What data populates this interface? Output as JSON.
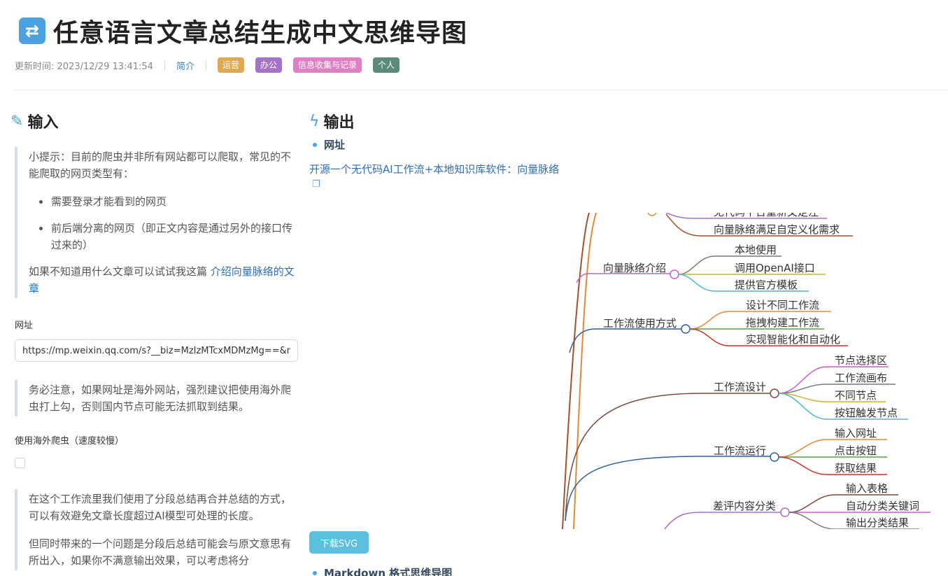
{
  "header": {
    "icon": "shuffle-icon",
    "title": "任意语言文章总结生成中文思维导图"
  },
  "meta": {
    "updated": "更新时间: 2023/12/29 13:41:54",
    "intro_link": "简介",
    "tags": [
      {
        "label": "运营",
        "color": "#e0a84f"
      },
      {
        "label": "办公",
        "color": "#a672c7"
      },
      {
        "label": "信息收集与记录",
        "color": "#e07fc3"
      },
      {
        "label": "个人",
        "color": "#5b8a7b"
      }
    ]
  },
  "input": {
    "heading": "输入",
    "heading_icon": "edit-icon",
    "tip": {
      "intro": "小提示：目前的爬虫并非所有网站都可以爬取，常见的不能爬取的网页类型有：",
      "items": [
        "需要登录才能看到的网页",
        "前后端分离的网页（即正文内容是通过另外的接口传过来的）"
      ],
      "suggest_prefix": "如果不知道用什么文章可以试试我这篇 ",
      "suggest_link": "介绍向量脉络的文章"
    },
    "url_label": "网址",
    "url_value": "https://mp.weixin.qq.com/s?__biz=MzIzMTcxMDMzMg==&mid=",
    "warning": "务必注意，如果网址是海外网站，强烈建议把使用海外爬虫打上勾，否则国内节点可能无法抓取到结果。",
    "overseas_label": "使用海外爬虫（速度较慢）",
    "overseas_checked": false,
    "workflow_note_1": "在这个工作流里我们使用了分段总结再合并总结的方式，可以有效避免文章长度超过AI模型可处理的长度。",
    "workflow_note_2": "但同时带来的一个问题是分段后总结可能会与原文意思有所出入，如果你不满意输出效果，可以考虑将分"
  },
  "output": {
    "heading": "输出",
    "heading_icon": "lightning-icon",
    "url_title": "网址",
    "article_link": "开源一个无代码AI工作流+本地知识库软件：向量脉络",
    "copy_icon": "copy-icon",
    "download_label": "下载SVG",
    "markdown_title": "Markdown 格式思维导图"
  },
  "mindmap": {
    "top_partial": [
      "无代码平台重新文定注",
      "向量脉络满足自定义化需求"
    ],
    "nodes": [
      {
        "label": "向量脉络介绍",
        "children": [
          "本地使用",
          "调用OpenAI接口",
          "提供官方模板"
        ]
      },
      {
        "label": "工作流使用方式",
        "children": [
          "设计不同工作流",
          "拖拽构建工作流",
          "实现智能化和自动化"
        ]
      },
      {
        "label": "工作流设计",
        "children": [
          "节点选择区",
          "工作流画布",
          "不同节点",
          "按钮触发节点"
        ]
      },
      {
        "label": "工作流运行",
        "children": [
          "输入网址",
          "点击按钮",
          "获取结果"
        ]
      },
      {
        "label": "差评内容分类",
        "children": [
          "输入表格",
          "自动分类关键词",
          "输出分类结果"
        ]
      }
    ]
  }
}
